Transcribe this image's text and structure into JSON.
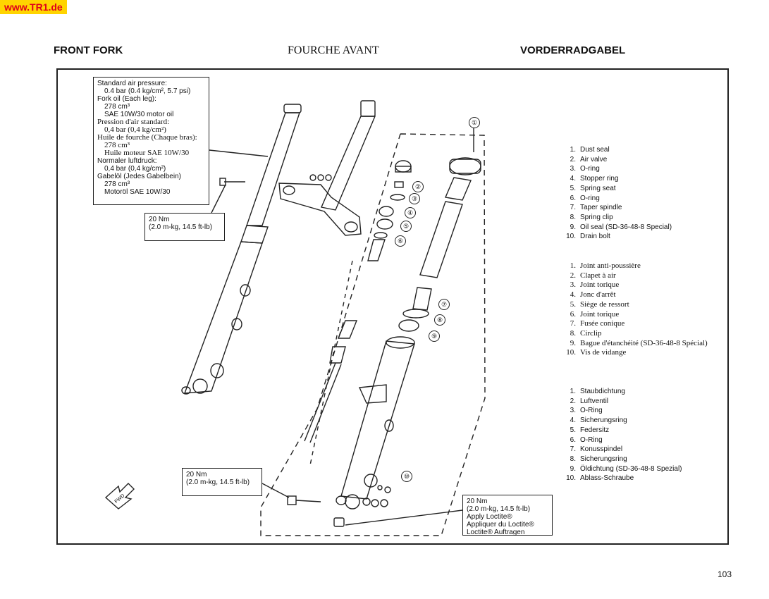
{
  "watermark": "www.TR1.de",
  "headers": {
    "en": "FRONT FORK",
    "fr": "FOURCHE AVANT",
    "de": "VORDERRADGABEL"
  },
  "spec_box": {
    "en": {
      "line1": "Standard air pressure:",
      "line2": "0.4 bar (0.4 kg/cm², 5.7 psi)",
      "line3": "Fork oil (Each leg):",
      "line4": "278 cm³",
      "line5": "SAE 10W/30 motor oil"
    },
    "fr": {
      "line1": "Pression d'air standard:",
      "line2": "0,4 bar (0,4 kg/cm²)",
      "line3": "Huile de fourche (Chaque bras):",
      "line4": "278 cm³",
      "line5": "Huile moteur SAE 10W/30"
    },
    "de": {
      "line1": "Normaler luftdruck:",
      "line2": "0,4 bar (0,4 kg/cm²)",
      "line3": "Gabelöl (Jedes Gabelbein)",
      "line4": "278 cm³",
      "line5": "Motoröl SAE 10W/30"
    }
  },
  "torque_top": {
    "line1": "20 Nm",
    "line2": "(2.0 m-kg, 14.5 ft-lb)"
  },
  "torque_bottom_left": {
    "line1": "20 Nm",
    "line2": "(2.0 m-kg, 14.5 ft-lb)"
  },
  "torque_drain": {
    "line1": "20 Nm",
    "line2": "(2.0 m-kg, 14.5 ft-lb)",
    "line3": "Apply Loctite®",
    "line4": "Appliquer du Loctite®",
    "line5": "Loctite® Auftragen"
  },
  "callouts": [
    "①",
    "②",
    "③",
    "④",
    "⑤",
    "⑥",
    "⑦",
    "⑧",
    "⑨",
    "⑩"
  ],
  "fwd_label": "FWD",
  "legend_en": [
    {
      "n": "1.",
      "t": "Dust seal"
    },
    {
      "n": "2.",
      "t": "Air valve"
    },
    {
      "n": "3.",
      "t": "O-ring"
    },
    {
      "n": "4.",
      "t": "Stopper ring"
    },
    {
      "n": "5.",
      "t": "Spring seat"
    },
    {
      "n": "6.",
      "t": "O-ring"
    },
    {
      "n": "7.",
      "t": "Taper spindle"
    },
    {
      "n": "8.",
      "t": "Spring clip"
    },
    {
      "n": "9.",
      "t": "Oil seal (SD-36-48-8 Special)"
    },
    {
      "n": "10.",
      "t": "Drain bolt"
    }
  ],
  "legend_fr": [
    {
      "n": "1.",
      "t": "Joint anti-poussière"
    },
    {
      "n": "2.",
      "t": "Clapet à air"
    },
    {
      "n": "3.",
      "t": "Joint torique"
    },
    {
      "n": "4.",
      "t": "Jonc d'arrêt"
    },
    {
      "n": "5.",
      "t": "Siège de ressort"
    },
    {
      "n": "6.",
      "t": "Joint torique"
    },
    {
      "n": "7.",
      "t": "Fusée conique"
    },
    {
      "n": "8.",
      "t": "Circlip"
    },
    {
      "n": "9.",
      "t": "Bague d'étanchéité (SD-36-48-8 Spécial)"
    },
    {
      "n": "10.",
      "t": "Vis de vidange"
    }
  ],
  "legend_de": [
    {
      "n": "1.",
      "t": "Staubdichtung"
    },
    {
      "n": "2.",
      "t": "Luftventil"
    },
    {
      "n": "3.",
      "t": "O-Ring"
    },
    {
      "n": "4.",
      "t": "Sicherungsring"
    },
    {
      "n": "5.",
      "t": "Federsitz"
    },
    {
      "n": "6.",
      "t": "O-Ring"
    },
    {
      "n": "7.",
      "t": "Konusspindel"
    },
    {
      "n": "8.",
      "t": "Sicherungsring"
    },
    {
      "n": "9.",
      "t": "Öldichtung (SD-36-48-8 Spezial)"
    },
    {
      "n": "10.",
      "t": "Ablass-Schraube"
    }
  ],
  "page_number": "103"
}
